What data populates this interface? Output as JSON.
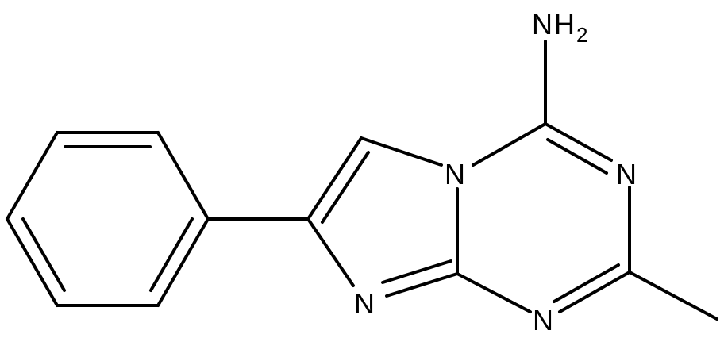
{
  "molecule": {
    "labels": {
      "amine_n": "N",
      "amine_h": "H",
      "amine_sub": "2",
      "n_triazine_right": "N",
      "n_triazine_bottom": "N",
      "n_bridgehead": "N",
      "n_imidazole": "N"
    }
  }
}
